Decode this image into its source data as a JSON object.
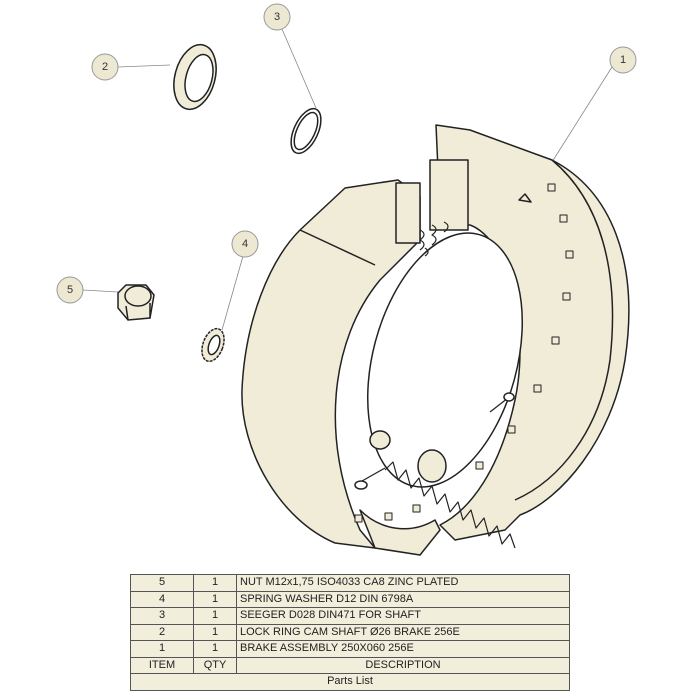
{
  "balloons": [
    {
      "label": "1"
    },
    {
      "label": "2"
    },
    {
      "label": "3"
    },
    {
      "label": "4"
    },
    {
      "label": "5"
    }
  ],
  "parts_list": {
    "title": "Parts List",
    "headers": {
      "item": "ITEM",
      "qty": "QTY",
      "description": "DESCRIPTION"
    },
    "rows": [
      {
        "item": "5",
        "qty": "1",
        "description": "NUT M12x1,75 ISO4033 CA8 ZINC PLATED"
      },
      {
        "item": "4",
        "qty": "1",
        "description": "SPRING WASHER D12 DIN 6798A"
      },
      {
        "item": "3",
        "qty": "1",
        "description": "SEEGER D028 DIN471 FOR SHAFT"
      },
      {
        "item": "2",
        "qty": "1",
        "description": "LOCK RING CAM SHAFT Ø26 BRAKE 256E"
      },
      {
        "item": "1",
        "qty": "1",
        "description": "BRAKE ASSEMBLY 250X060 256E"
      }
    ]
  },
  "colors": {
    "part_fill": "#f0ecd8",
    "balloon_fill": "#ece8d2",
    "line": "#222222"
  }
}
